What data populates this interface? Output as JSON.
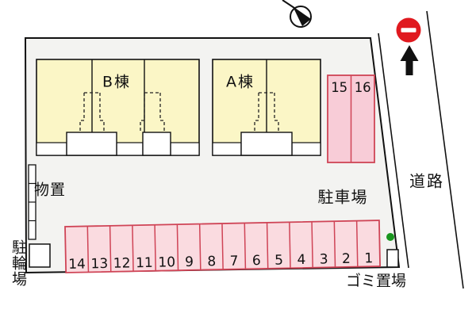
{
  "plan": {
    "buildings": {
      "b": {
        "label": "B棟"
      },
      "a": {
        "label": "A棟"
      }
    },
    "areas": {
      "storage": "物置",
      "bicycle": "駐輪場",
      "parking_lot": "駐車場",
      "road": "道路",
      "garbage": "ゴミ置場"
    },
    "parking": {
      "bottom_row": [
        "14",
        "13",
        "12",
        "11",
        "10",
        "9",
        "8",
        "7",
        "6",
        "5",
        "4",
        "3",
        "2",
        "1"
      ],
      "side_block": [
        "15",
        "16"
      ]
    },
    "colors": {
      "site_fill": "#f3f3f1",
      "building_fill": "#fbf6c6",
      "parking_fill": "#fadbe0",
      "side_block_fill": "#f8ccd7",
      "parking_border": "#cf4456",
      "no_entry_red": "#e0191f",
      "marker_green": "#18961e"
    }
  }
}
